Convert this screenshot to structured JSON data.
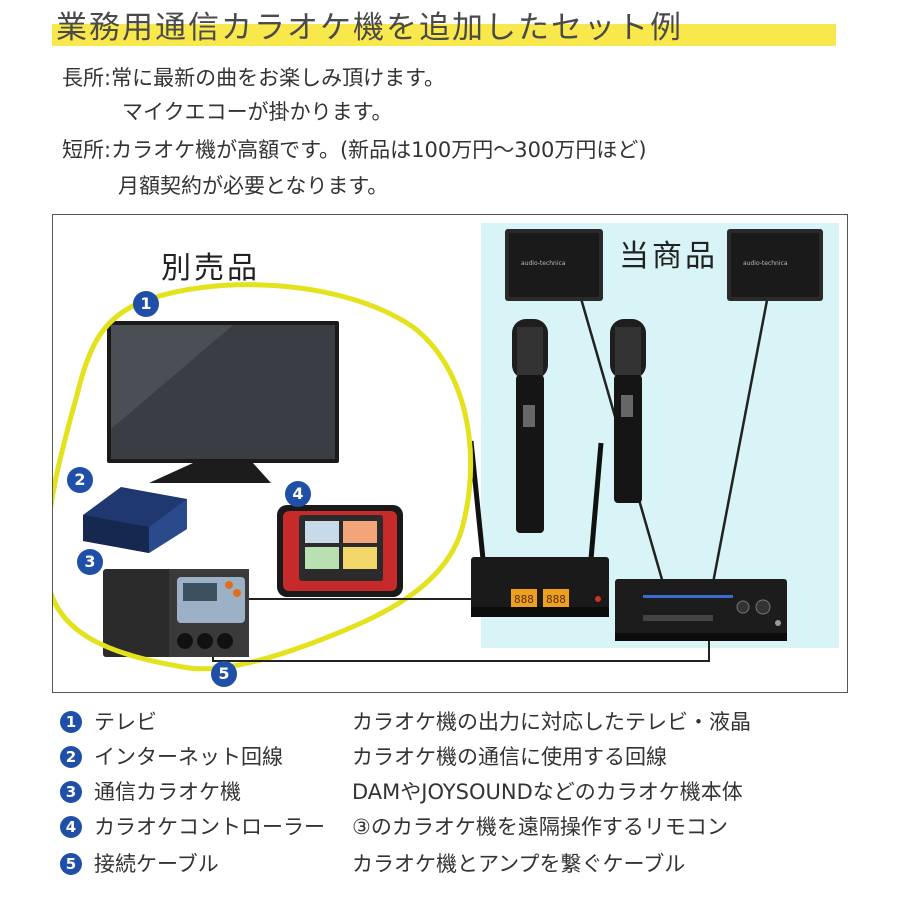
{
  "header": {
    "title": "業務用通信カラオケ機を追加したセット例"
  },
  "notes": {
    "pros_label": "長所:常に最新の曲をお楽しみ頂けます。",
    "pros_line2": "マイクエコーが掛かります。",
    "cons_label": "短所:カラオケ機が高額です。(新品は100万円～300万円ほど)",
    "cons_line2": "月額契約が必要となります。"
  },
  "diagram": {
    "sold_separately_label": "別売品",
    "this_product_label": "当商品",
    "speaker_brand": "audio-technica",
    "receiver_display_a": "888",
    "receiver_display_b": "888",
    "badges": [
      "1",
      "2",
      "3",
      "4",
      "5"
    ]
  },
  "legend": [
    {
      "num": "1",
      "name": "テレビ",
      "desc": "カラオケ機の出力に対応したテレビ・液晶"
    },
    {
      "num": "2",
      "name": "インターネット回線",
      "desc": "カラオケ機の通信に使用する回線"
    },
    {
      "num": "3",
      "name": "通信カラオケ機",
      "desc": "DAMやJOYSOUNDなどのカラオケ機本体"
    },
    {
      "num": "4",
      "name": "カラオケコントローラー",
      "desc": "③のカラオケ機を遠隔操作するリモコン"
    },
    {
      "num": "5",
      "name": "接続ケーブル",
      "desc": "カラオケ機とアンプを繋ぐケーブル"
    }
  ],
  "colors": {
    "highlight": "#f9e84c",
    "badge": "#1f4fa6",
    "loop": "#e3e21c",
    "product_bg": "#d8f4f7"
  }
}
